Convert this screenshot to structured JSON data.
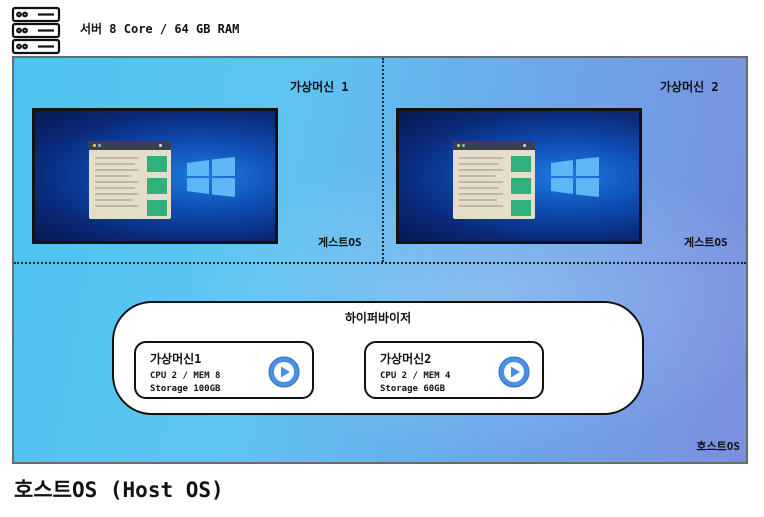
{
  "server": {
    "icon": "server-rack-icon",
    "label": "서버 8 Core / 64 GB RAM"
  },
  "vms": [
    {
      "title": "가상머신 1",
      "guest_label": "게스트OS"
    },
    {
      "title": "가상머신 2",
      "guest_label": "게스트OS"
    }
  ],
  "hypervisor": {
    "title": "하이퍼바이저",
    "vms": [
      {
        "name": "가상머신1",
        "spec_line1": "CPU 2 / MEM 8",
        "spec_line2": "Storage 100GB"
      },
      {
        "name": "가상머신2",
        "spec_line1": "CPU 2 / MEM 4",
        "spec_line2": "Storage 60GB"
      }
    ]
  },
  "host_label": "호스트OS",
  "caption": "호스트OS (Host OS)",
  "colors": {
    "host_bg_left": "#4cc3f0",
    "host_bg_right": "#7b8fdd",
    "desktop_blue": "#0f4fb5",
    "app_green": "#2fb07c",
    "play_blue": "#4a90e2"
  }
}
